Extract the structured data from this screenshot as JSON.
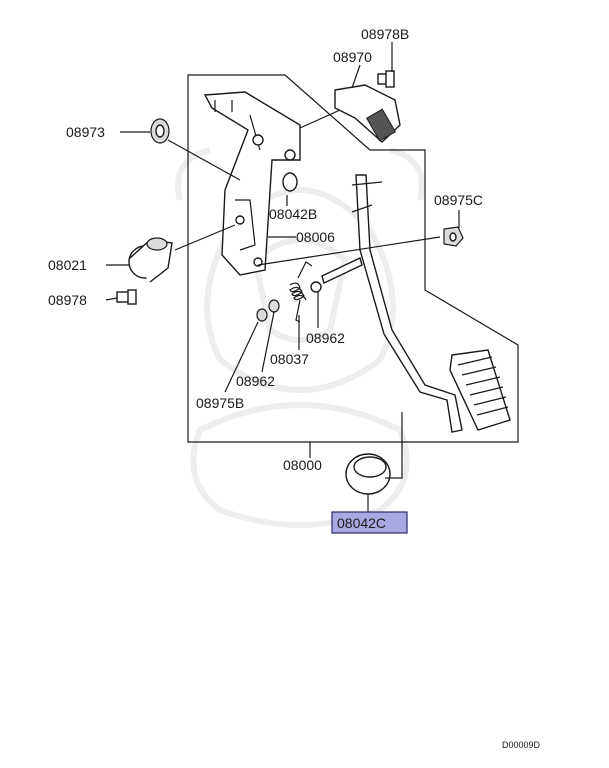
{
  "labels": {
    "p08978B": "08978B",
    "p08970": "08970",
    "p08973": "08973",
    "p08042B": "08042B",
    "p08975C": "08975C",
    "p08006": "08006",
    "p08021": "08021",
    "p08978": "08978",
    "p08962a": "08962",
    "p08037": "08037",
    "p08962b": "08962",
    "p08975B": "08975B",
    "p08000": "08000",
    "p08042C": "08042C"
  },
  "diagram_code": "D00009D",
  "colors": {
    "highlight": "#a9a8e0",
    "line": "#1a1a1a",
    "watermark": "#ececec"
  },
  "highlighted_part": "08042C"
}
